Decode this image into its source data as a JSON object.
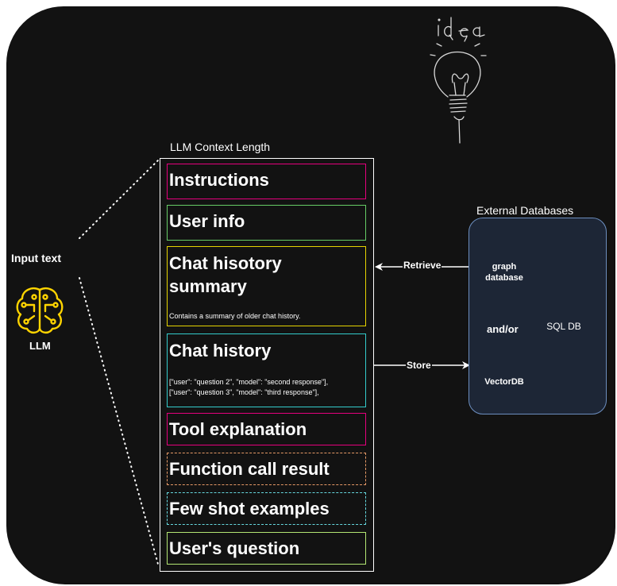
{
  "context": {
    "title": "LLM Context Length",
    "blocks": [
      {
        "label": "Instructions"
      },
      {
        "label": "User info"
      },
      {
        "label": "Chat hisotory summary",
        "line1": "Chat hisotory",
        "line2": "summary",
        "note": "Contains a summary of older chat history."
      },
      {
        "label": "Chat history",
        "lines": [
          "[\"user\": \"question 2\", \"model\": \"second response\"],",
          "[\"user\": \"question 3\", \"model\": \"third response\"],"
        ]
      },
      {
        "label": "Tool explanation"
      },
      {
        "label": "Function call result"
      },
      {
        "label": "Few shot examples"
      },
      {
        "label": "User's question"
      }
    ]
  },
  "left": {
    "input_label": "Input text",
    "llm_label": "LLM",
    "icon": "brain-circuit-icon"
  },
  "external": {
    "title": "External Databases",
    "graph_db": "graph database",
    "graph_db_line1": "graph",
    "graph_db_line2": "database",
    "and_or": "and/or",
    "sql_db": "SQL DB",
    "vector_db": "VectorDB"
  },
  "edges": {
    "retrieve": "Retrieve",
    "store": "Store"
  },
  "sketch": {
    "word": "idea",
    "icon": "light-bulb-icon"
  },
  "colors": {
    "background": "#121212",
    "instructions": "#e6007e",
    "user_info": "#66cc66",
    "summary": "#e6d300",
    "history": "#33cccc",
    "tool": "#e6007e",
    "function_call": "#e69966",
    "few_shot": "#66d9e0",
    "question": "#b3e673",
    "graph_db": "#a35a00",
    "sql_db": "#6d8764",
    "vector_db": "#b05070",
    "llm_icon": "#ffd400",
    "ext_fill": "#1d2636",
    "ext_border": "#6c8ebf"
  }
}
